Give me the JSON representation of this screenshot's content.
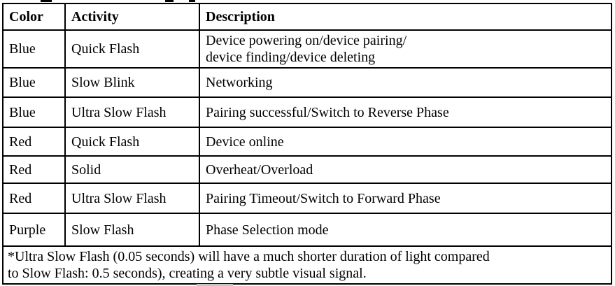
{
  "document": {
    "table": {
      "headers": {
        "color": "Color",
        "activity": "Activity",
        "description": "Description"
      },
      "rows": [
        {
          "color": "Blue",
          "activity": "Quick Flash",
          "description": "Device powering on/device pairing/\ndevice finding/device deleting"
        },
        {
          "color": "Blue",
          "activity": "Slow Blink",
          "description": "Networking"
        },
        {
          "color": "Blue",
          "activity": "Ultra Slow Flash",
          "description": "Pairing successful/Switch to Reverse Phase"
        },
        {
          "color": "Red",
          "activity": "Quick Flash",
          "description": "Device online"
        },
        {
          "color": "Red",
          "activity": "Solid",
          "description": "Overheat/Overload"
        },
        {
          "color": "Red",
          "activity": "Ultra Slow Flash",
          "description": "Pairing Timeout/Switch to Forward Phase"
        },
        {
          "color": "Purple",
          "activity": "Slow Flash",
          "description": "Phase Selection mode"
        }
      ],
      "footnote": "*Ultra Slow Flash (0.05 seconds) will have a much shorter duration of light compared\nto Slow Flash: 0.5 seconds), creating a very subtle visual signal."
    },
    "colors": {
      "text": "#000000",
      "border": "#000000",
      "background": "#ffffff"
    }
  }
}
